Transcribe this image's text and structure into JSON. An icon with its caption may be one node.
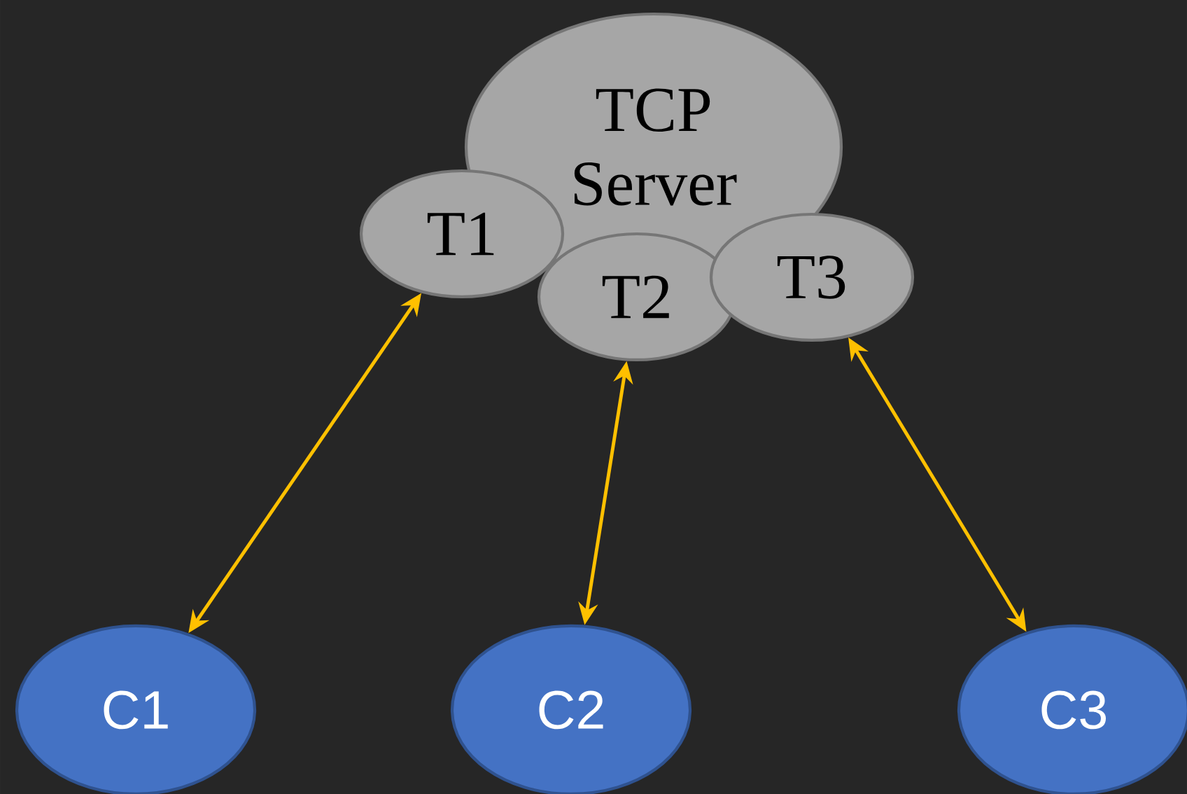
{
  "diagram": {
    "nodes": [
      {
        "text": [
          "TCP Server"
        ]
      },
      {
        "text": [
          "T1"
        ]
      },
      {
        "text": [
          "T2"
        ]
      },
      {
        "text": [
          "T3"
        ]
      },
      {
        "text": [
          "C1"
        ]
      },
      {
        "text": [
          "C2"
        ]
      },
      {
        "text": [
          "C3"
        ]
      }
    ],
    "edges": [
      {
        "from": 1,
        "to": 4,
        "arrow": "both",
        "color": "#ffc000"
      },
      {
        "from": 2,
        "to": 5,
        "arrow": "both",
        "color": "#ffc000"
      },
      {
        "from": 3,
        "to": 6,
        "arrow": "both",
        "color": "#ffc000"
      }
    ]
  }
}
